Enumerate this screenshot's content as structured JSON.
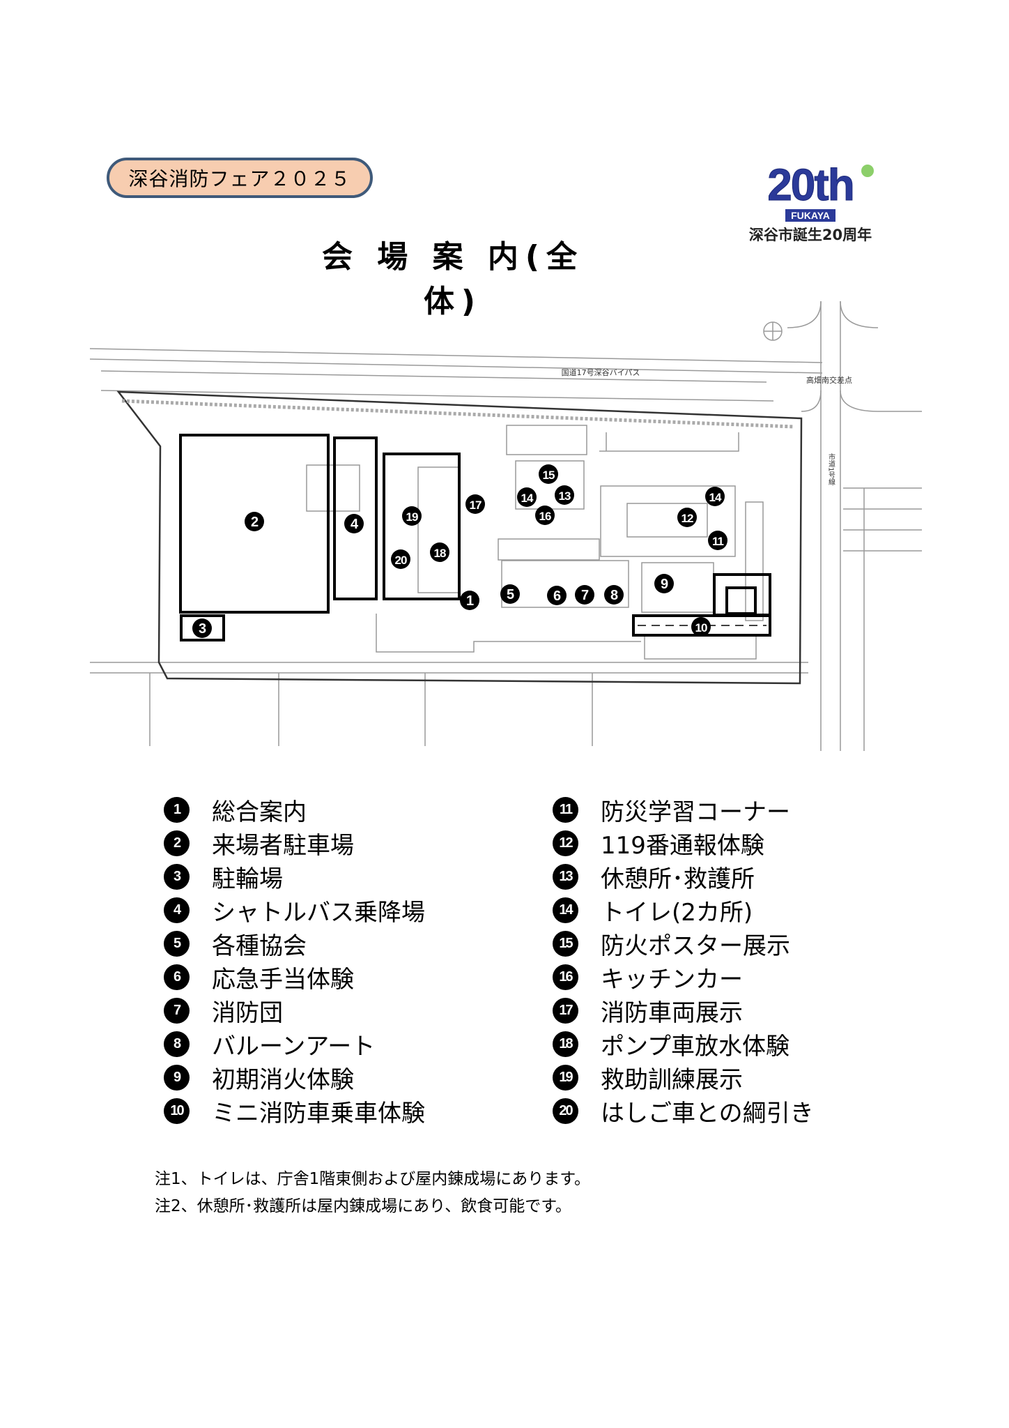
{
  "header": {
    "event_badge": "深谷消防フェア２０２５",
    "title": "会 場 案 内(全体)",
    "logo": {
      "big_text": "20th",
      "brand": "FUKAYA",
      "caption": "深谷市誕生20周年",
      "color": "#2b3a99"
    }
  },
  "map": {
    "road_label": "国道17号深谷バイパス",
    "intersection_label": "高畑南交差点",
    "side_road_label": "市道1号線",
    "markers": [
      "1",
      "2",
      "3",
      "4",
      "5",
      "6",
      "7",
      "8",
      "9",
      "10",
      "11",
      "12",
      "13",
      "14",
      "14",
      "15",
      "16",
      "17",
      "18",
      "19",
      "20"
    ]
  },
  "legend": [
    {
      "num": "1",
      "label": "総合案内"
    },
    {
      "num": "2",
      "label": "来場者駐車場"
    },
    {
      "num": "3",
      "label": "駐輪場"
    },
    {
      "num": "4",
      "label": "シャトルバス乗降場"
    },
    {
      "num": "5",
      "label": "各種協会"
    },
    {
      "num": "6",
      "label": "応急手当体験"
    },
    {
      "num": "7",
      "label": "消防団"
    },
    {
      "num": "8",
      "label": "バルーンアート"
    },
    {
      "num": "9",
      "label": "初期消火体験"
    },
    {
      "num": "10",
      "label": "ミニ消防車乗車体験"
    },
    {
      "num": "11",
      "label": "防災学習コーナー"
    },
    {
      "num": "12",
      "label": "119番通報体験"
    },
    {
      "num": "13",
      "label": "休憩所･救護所"
    },
    {
      "num": "14",
      "label": "トイレ(2カ所)"
    },
    {
      "num": "15",
      "label": "防火ポスター展示"
    },
    {
      "num": "16",
      "label": "キッチンカー"
    },
    {
      "num": "17",
      "label": "消防車両展示"
    },
    {
      "num": "18",
      "label": "ポンプ車放水体験"
    },
    {
      "num": "19",
      "label": "救助訓練展示"
    },
    {
      "num": "20",
      "label": "はしご車との綱引き"
    }
  ],
  "notes": [
    "注1、トイレは、庁舎1階東側および屋内錬成場にあります。",
    "注2、休憩所･救護所は屋内錬成場にあり、飲食可能です。"
  ]
}
